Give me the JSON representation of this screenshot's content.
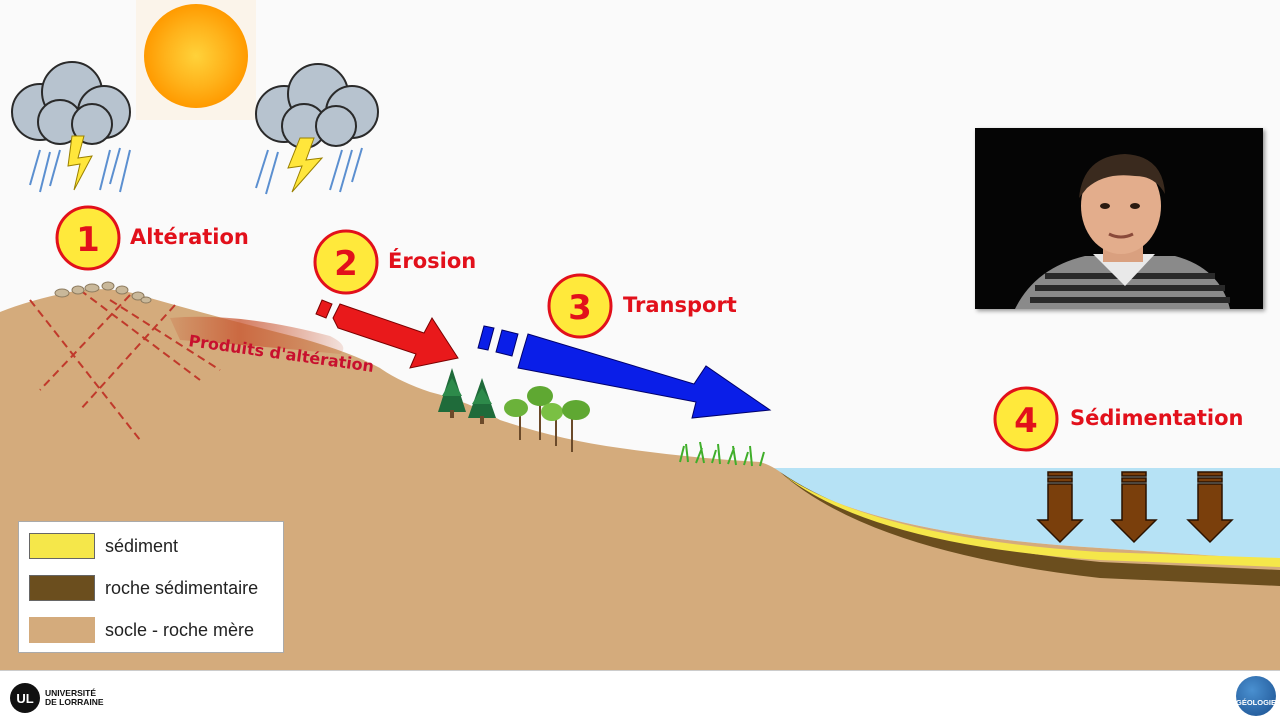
{
  "steps": [
    {
      "number": "1",
      "label": "Altération"
    },
    {
      "number": "2",
      "label": "Érosion"
    },
    {
      "number": "3",
      "label": "Transport"
    },
    {
      "number": "4",
      "label": "Sédimentation"
    }
  ],
  "annotation": "Produits d'altération",
  "legend": [
    {
      "label": "sédiment",
      "color": "#f5e74a"
    },
    {
      "label": "roche sédimentaire",
      "color": "#6b4e1e"
    },
    {
      "label": "socle - roche mère",
      "color": "#d4ab7c"
    }
  ],
  "colors": {
    "ground": "#d4ab7c",
    "sea": "#b6e2f5",
    "erosion_arrow": "#e9191b",
    "transport_arrow": "#0a1ee8",
    "sediment_arrow": "#7a3f0c",
    "label_red": "#e2101b",
    "badge_fill": "#ffe93b"
  },
  "footer": {
    "university_line1": "UNIVERSITÉ",
    "university_line2": "DE LORRAINE",
    "university_mark": "UL",
    "geology_logo_text": "GÉOLOGIE"
  }
}
